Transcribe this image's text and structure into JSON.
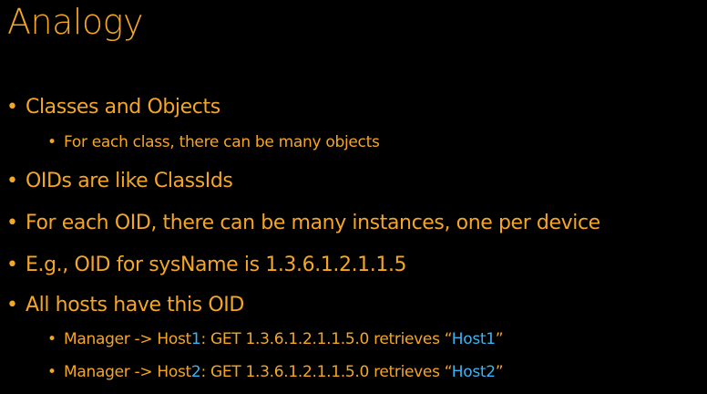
{
  "title": "Analogy",
  "colors": {
    "background": "#000000",
    "text": "#F5A623",
    "highlight": "#3AB4F2"
  },
  "bullets": [
    {
      "level": 1,
      "text": "Classes and Objects"
    },
    {
      "level": 2,
      "text": "For each class, there can be many objects"
    },
    {
      "level": 1,
      "text": "OIDs are like ClassIds"
    },
    {
      "level": 1,
      "text": "For each OID, there can be many instances, one per device"
    },
    {
      "level": 1,
      "text": "E.g., OID for sysName is 1.3.6.1.2.1.1.5"
    },
    {
      "level": 1,
      "text": "All hosts have this OID"
    },
    {
      "level": 2,
      "parts": [
        "Manager -> Host",
        "1",
        ": GET 1.3.6.1.2.1.1.5.0 retrieves “",
        "Host1",
        "”"
      ]
    },
    {
      "level": 2,
      "parts": [
        "Manager -> Host",
        "2",
        ": GET 1.3.6.1.2.1.1.5.0 retrieves “",
        "Host2",
        "”"
      ]
    }
  ],
  "bullet_glyph": "•"
}
